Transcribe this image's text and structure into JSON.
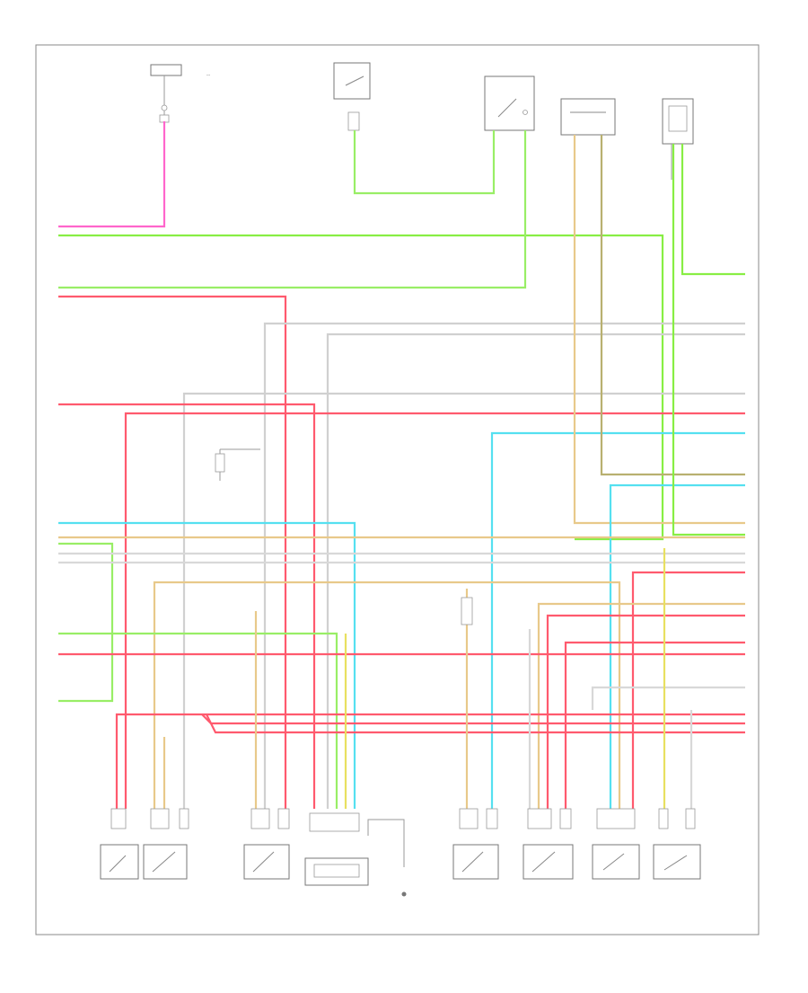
{
  "diagram": {
    "footer_code": "",
    "colors": {
      "pink": "#ff66cc",
      "green": "#88ee44",
      "lt_green": "#99ee66",
      "red": "#ff5a6e",
      "tan": "#e8c98a",
      "yellow": "#e8e060",
      "cyan": "#55e0f0",
      "grey": "#c8c8c8",
      "olive": "#b8b070",
      "frame": "#888888"
    },
    "components": [
      {
        "id": "top-left-connector"
      },
      {
        "id": "top-switch-connector"
      },
      {
        "id": "top-relay"
      },
      {
        "id": "top-sensor-right"
      },
      {
        "id": "top-right-connector"
      },
      {
        "id": "engine-coolant-sensor"
      },
      {
        "id": "throttle-position-sensor"
      },
      {
        "id": "fuel-tank-pressure-sensor"
      },
      {
        "id": "crankshaft-position-sensor"
      },
      {
        "id": "ground-point"
      },
      {
        "id": "camshaft-position-sensor"
      },
      {
        "id": "differential-pressure-sensor"
      },
      {
        "id": "oil-pressure-sensor"
      },
      {
        "id": "power-steering-switch"
      }
    ]
  }
}
